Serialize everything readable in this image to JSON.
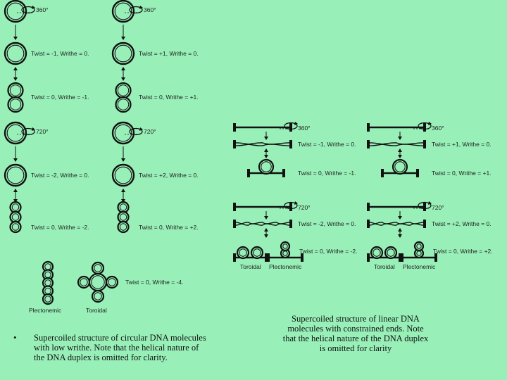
{
  "circular": {
    "rows": [
      {
        "degree": "360°",
        "left": [
          "Twist = -1, Writhe = 0.",
          "Twist = 0, Writhe = -1."
        ],
        "right": [
          "Twist = +1, Writhe = 0.",
          "Twist = 0, Writhe = +1."
        ]
      },
      {
        "degree": "720°",
        "left": [
          "Twist = -2, Writhe = 0.",
          "Twist = 0, Writhe = -2."
        ],
        "right": [
          "Twist = +2, Writhe = 0.",
          "Twist = 0, Writhe = +2."
        ]
      }
    ],
    "bottom_label": "Twist = 0, Writhe = -4.",
    "plectonemic_label": "Plectonemic",
    "toroidal_label": "Toroidal"
  },
  "linear": {
    "rows": [
      {
        "degree": "360°",
        "left": [
          "Twist = -1, Writhe = 0.",
          "Twist = 0, Writhe = -1."
        ],
        "right": [
          "Twist = +1, Writhe = 0.",
          "Twist = 0, Writhe = +1."
        ]
      },
      {
        "degree": "720°",
        "left": [
          "Twist = -2, Writhe = 0.",
          "Twist = 0, Writhe = -2."
        ],
        "right": [
          "Twist = +2, Writhe = 0.",
          "Twist = 0, Writhe = +2."
        ]
      }
    ],
    "toroidal_label": "Toroidal",
    "plectonemic_label": "Plectonemic"
  },
  "captions": {
    "bullet": "•",
    "left": "Supercoiled structure of circular DNA molecules with low writhe. Note that the helical nature of the DNA duplex is omitted for clarity.",
    "right": "Supercoiled structure of linear DNA molecules with constrained ends. Note that the helical nature of the DNA duplex is omitted for clarity"
  }
}
